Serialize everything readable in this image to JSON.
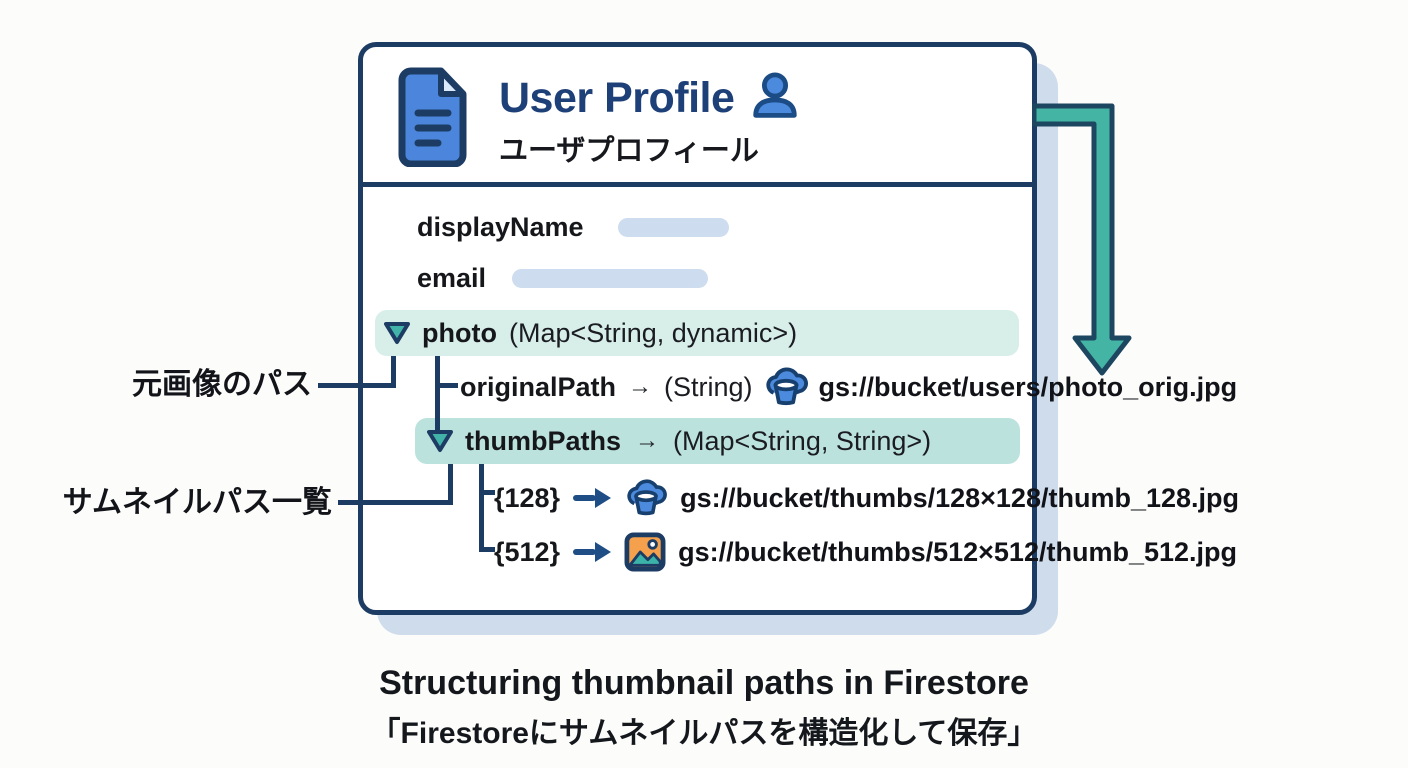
{
  "colors": {
    "navy": "#1d3c64",
    "navy-text": "#1e4078",
    "teal": "#42b3a8",
    "teal-dark": "#1d4660",
    "mint": "#d7eee9",
    "tealbg": "#bce2de",
    "pill": "#cddcee",
    "blue": "#4c86dc",
    "blue2": "#4c8ade",
    "shadow": "#cfdcec",
    "orange": "#f5a04c",
    "ink": "#15171b",
    "bg": "#fcfcfa"
  },
  "card": {
    "header": {
      "title": "User Profile",
      "subtitle": "ユーザプロフィール"
    },
    "rows": {
      "displayName": {
        "label": "displayName"
      },
      "email": {
        "label": "email"
      },
      "photo": {
        "label": "photo",
        "type": "(Map<String, dynamic>)"
      },
      "originalPath": {
        "label": "originalPath",
        "arrow": "→",
        "type": "(String)",
        "value": "gs://bucket/users/photo_orig.jpg"
      },
      "thumbPaths": {
        "label": "thumbPaths",
        "arrow": "→",
        "type": "(Map<String, String>)"
      },
      "thumb128": {
        "key": "{128}",
        "value": "gs://bucket/thumbs/128×128/thumb_128.jpg"
      },
      "thumb512": {
        "key": "{512}",
        "value": "gs://bucket/thumbs/512×512/thumb_512.jpg"
      }
    }
  },
  "annotations": {
    "original_path": "元画像のパス",
    "thumb_paths": "サムネイルパス一覧"
  },
  "caption": {
    "line1": "Structuring thumbnail paths in Firestore",
    "line2": "「Firestoreにサムネイルパスを構造化して保存」"
  },
  "icons": {
    "document": "document-icon",
    "person": "person-icon",
    "expand": "triangle-down-icon",
    "storage": "storage-bucket-icon",
    "image": "image-icon",
    "flow": "flow-down-arrow"
  }
}
